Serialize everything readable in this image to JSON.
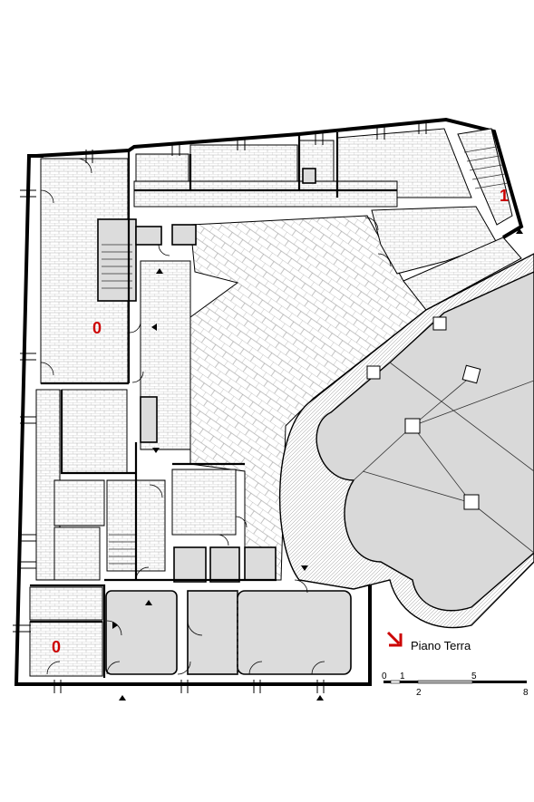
{
  "plan": {
    "level_label": "Piano Terra",
    "room_numbers": [
      "0",
      "0",
      "1"
    ],
    "scale_bar": {
      "ticks_top": [
        "0",
        "1",
        "5"
      ],
      "ticks_bottom": [
        "2",
        "8"
      ]
    },
    "colors": {
      "north_arrow": "#cc0000",
      "room_number": "#cc0000",
      "church_fill": "#d9d9d9",
      "wall": "#000000"
    },
    "icons": [
      "direction-arrow-icon",
      "entrance-triangle-icon"
    ]
  }
}
